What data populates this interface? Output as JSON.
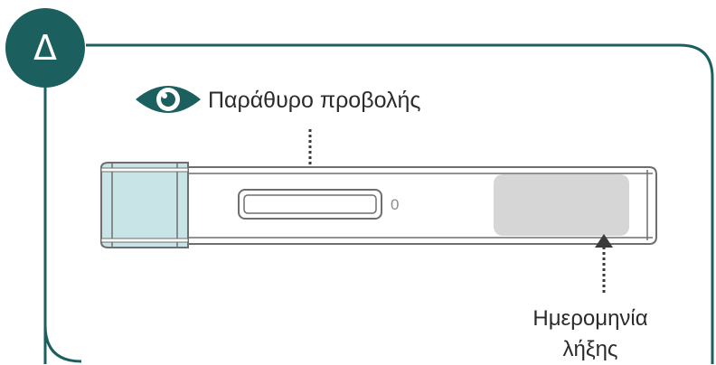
{
  "step": {
    "letter": "Δ",
    "badge_color": "#1b5f5f"
  },
  "frame": {
    "border_color": "#1b5f5f"
  },
  "labels": {
    "viewing_window": "Παράθυρο προβολής",
    "counter_digit": "0",
    "expiry_line1": "Ημερομηνία",
    "expiry_line2": "λήξης"
  },
  "icons": [
    "eye-icon",
    "arrow-down-icon",
    "arrow-up-icon"
  ],
  "colors": {
    "cap_fill": "#c8e4e7",
    "expiry_area": "#d6d6d6",
    "outline": "#6e6e6e",
    "eye": "#1b5f5f"
  }
}
